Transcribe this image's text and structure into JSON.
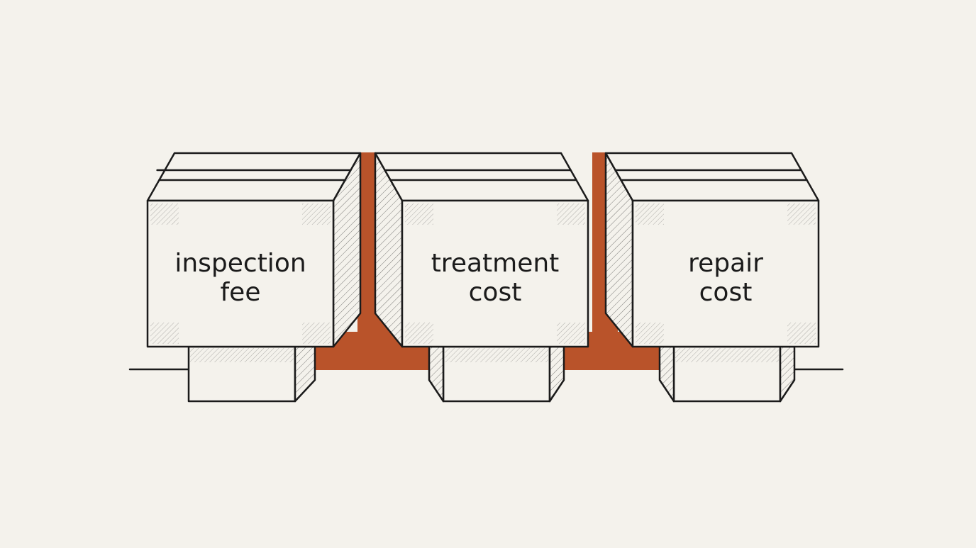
{
  "colors": {
    "background": "#f4f2ec",
    "box_fill": "#f4f2ec",
    "ink": "#1b1b1b",
    "connector": "#b9532a"
  },
  "boxes": [
    {
      "line1": "inspection",
      "line2": "fee"
    },
    {
      "line1": "treatment",
      "line2": "cost"
    },
    {
      "line1": "repair",
      "line2": "cost"
    }
  ]
}
